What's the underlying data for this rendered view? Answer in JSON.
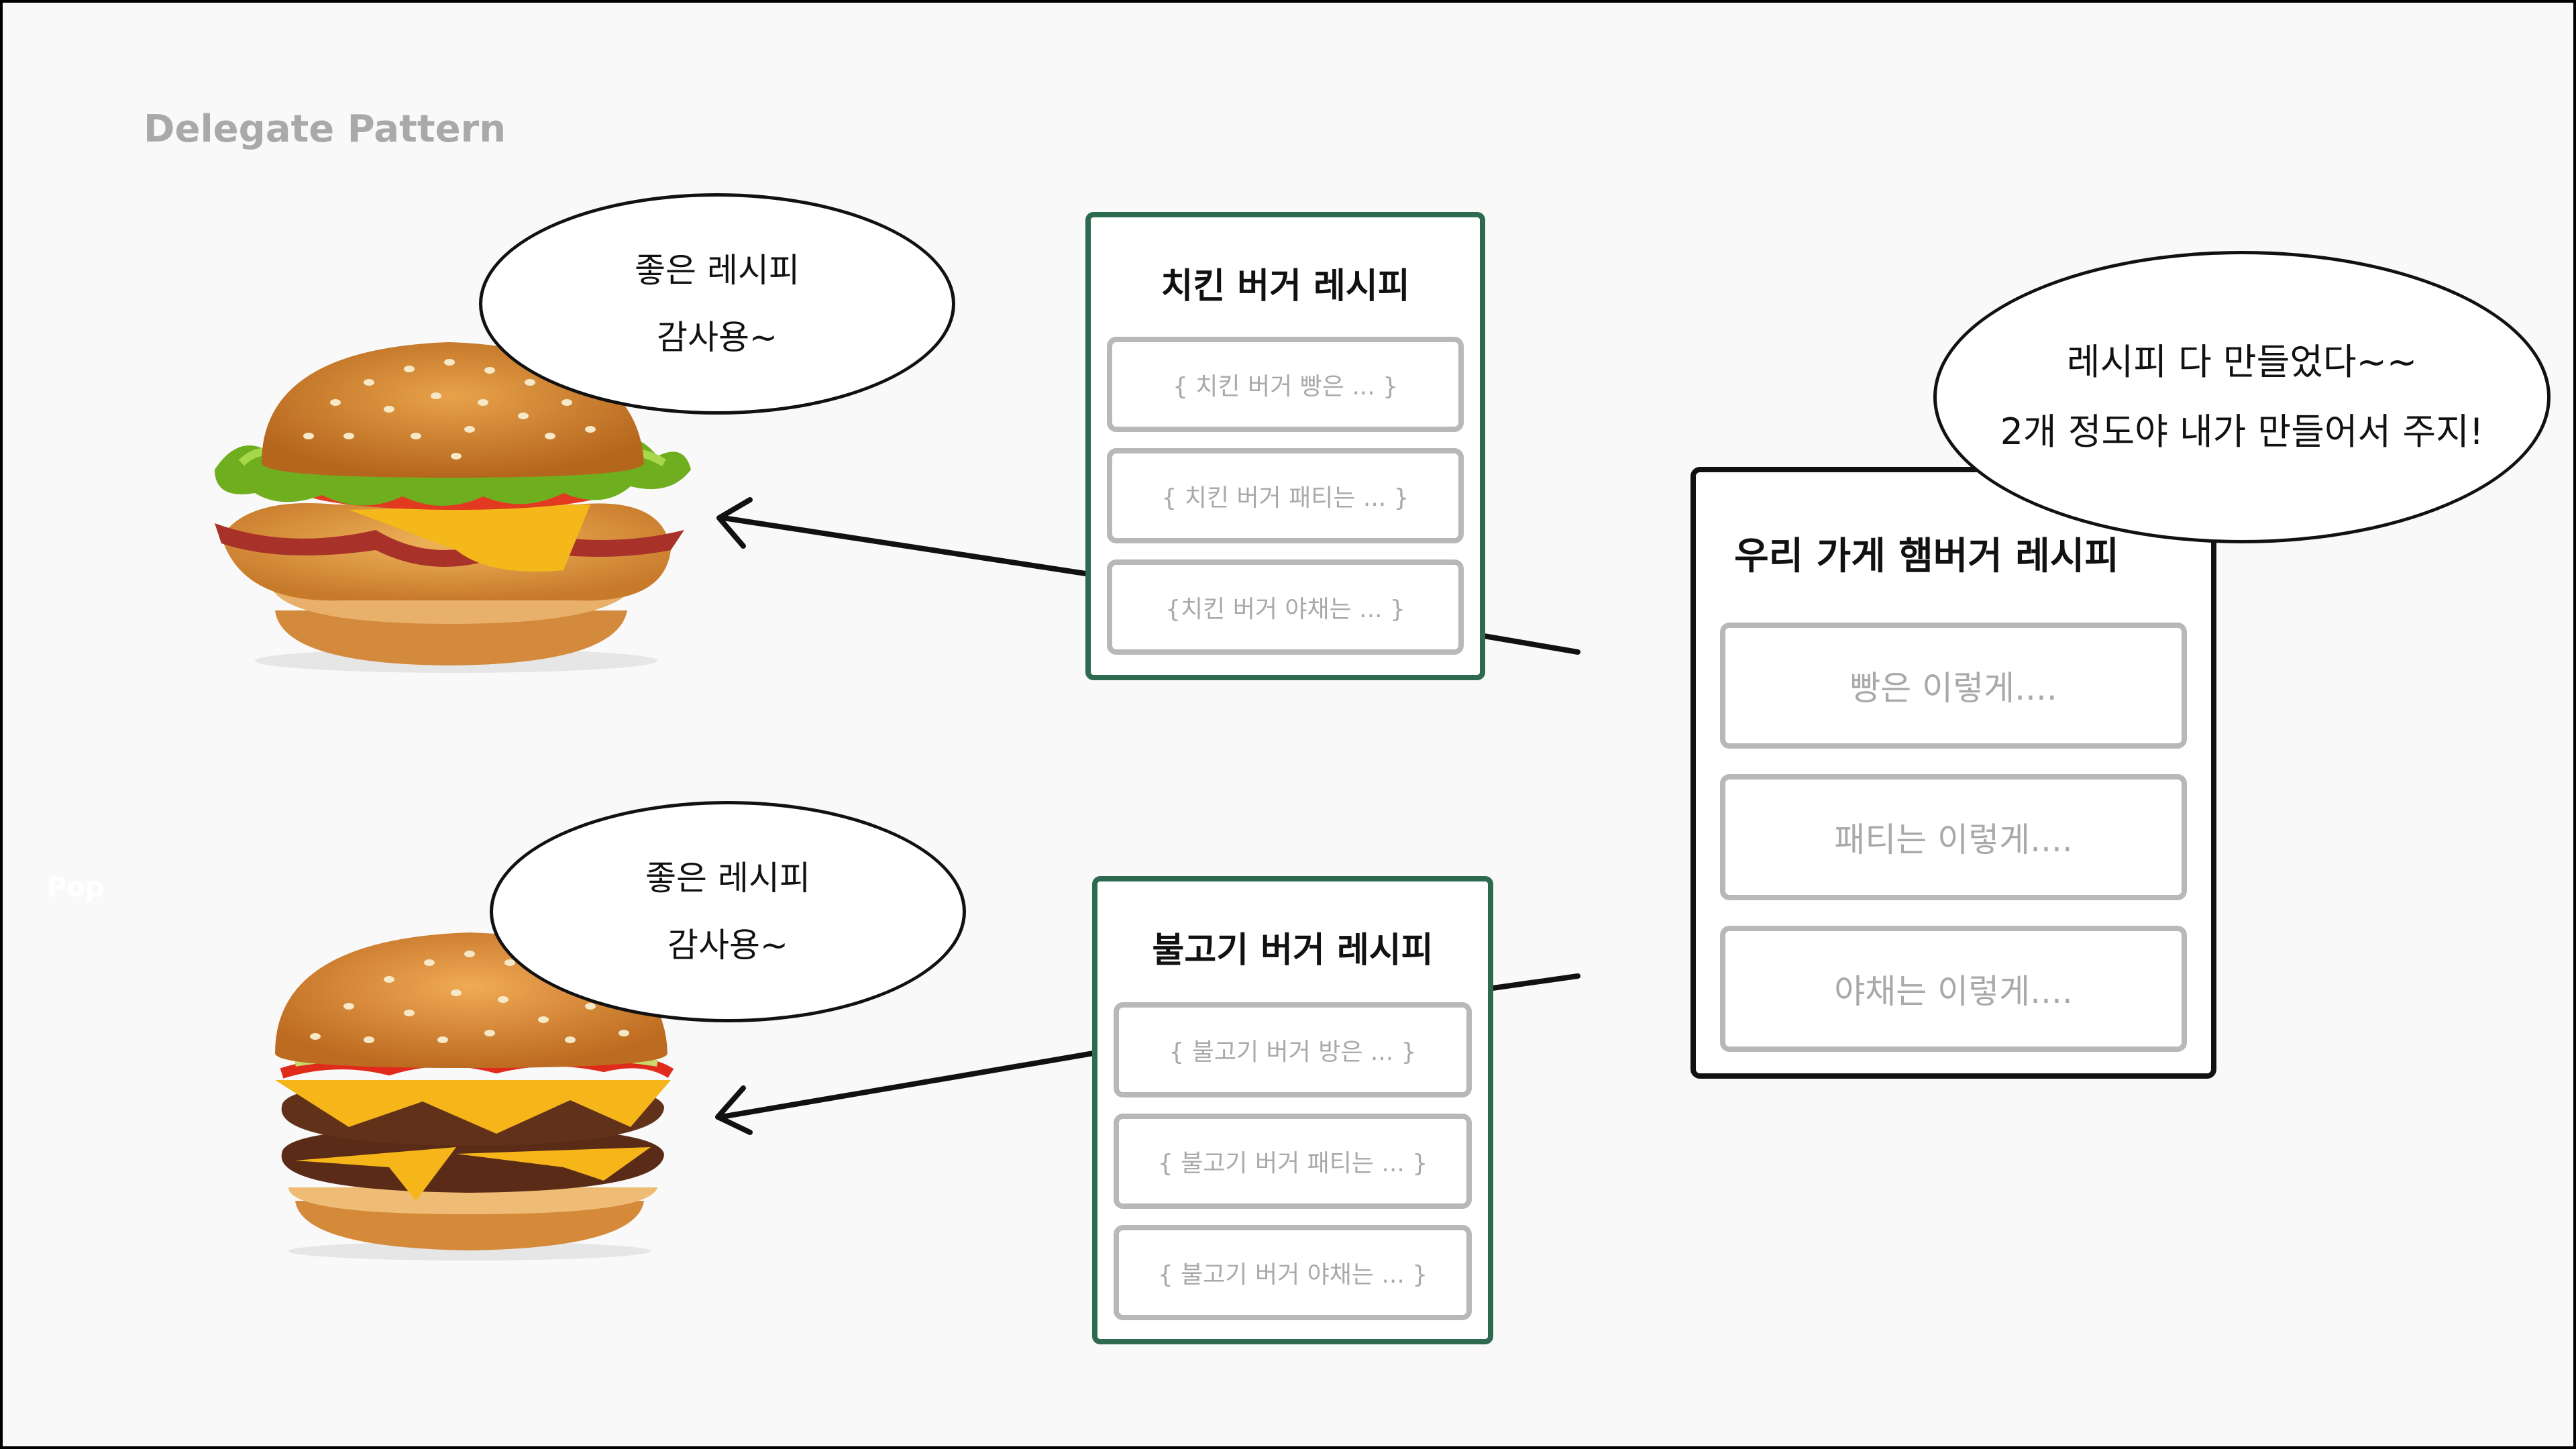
{
  "page": {
    "title": "Delegate Pattern",
    "ghost_label": "Pop"
  },
  "chicken_bubble": {
    "line1": "좋은 레시피",
    "line2": "감사용~"
  },
  "bulgogi_bubble": {
    "line1": "좋은 레시피",
    "line2": "감사용~"
  },
  "store_bubble": {
    "line1": "레시피 다 만들었다~~",
    "line2": "2개 정도야 내가 만들어서 주지!"
  },
  "chicken_recipe": {
    "title": "치킨 버거 레시피",
    "fields": [
      "{ 치킨 버거 빵은 ... }",
      "{ 치킨 버거 패티는 ... }",
      "{치킨 버거 야채는 ... }"
    ]
  },
  "bulgogi_recipe": {
    "title": "불고기 버거 레시피",
    "fields": [
      "{ 불고기 버거 방은 ... }",
      "{ 불고기 버거 패티는 ... }",
      "{ 불고기 버거 야채는 ... }"
    ]
  },
  "store_recipe": {
    "title": "우리 가게 햄버거 레시피",
    "fields": [
      "빵은 이렇게....",
      "패티는 이렇게....",
      "야채는 이렇게...."
    ]
  },
  "colors": {
    "green_border": "#2d6a4f",
    "placeholder_text": "#a9a9a9",
    "title_text": "#a9a9a9"
  },
  "images": {
    "top_burger": "chicken-burger-icon",
    "bottom_burger": "double-cheeseburger-icon"
  }
}
